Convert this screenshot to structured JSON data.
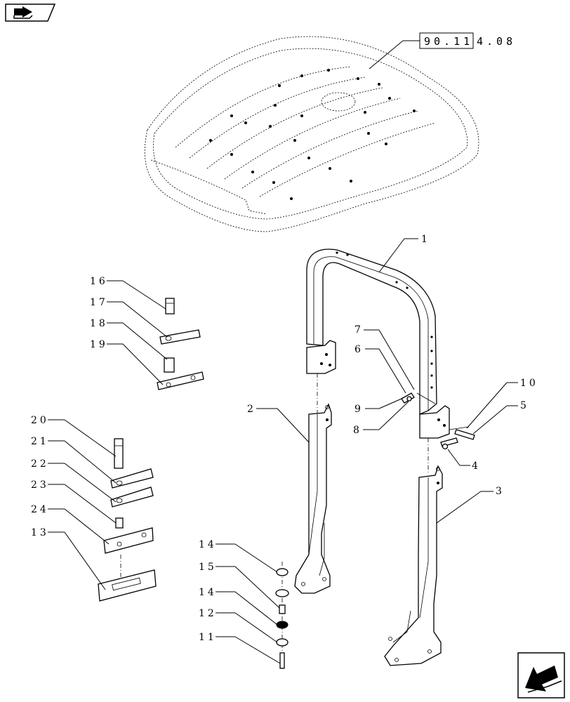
{
  "reference": {
    "boxed": "90.11",
    "rest": "4.08"
  },
  "labels": {
    "l1": "1",
    "l2": "2",
    "l3": "3",
    "l4": "4",
    "l5": "5",
    "l6": "6",
    "l7": "7",
    "l8": "8",
    "l9": "9",
    "l10": "10",
    "l11": "11",
    "l12": "12",
    "l13": "13",
    "l14a": "14",
    "l14b": "14",
    "l15": "15",
    "l16": "16",
    "l17": "17",
    "l18": "18",
    "l19": "19",
    "l20": "20",
    "l21": "21",
    "l22": "22",
    "l23": "23",
    "l24": "24"
  },
  "icons": {
    "top_left": "book-arrow-icon",
    "bottom_right": "next-page-arrow-icon"
  }
}
